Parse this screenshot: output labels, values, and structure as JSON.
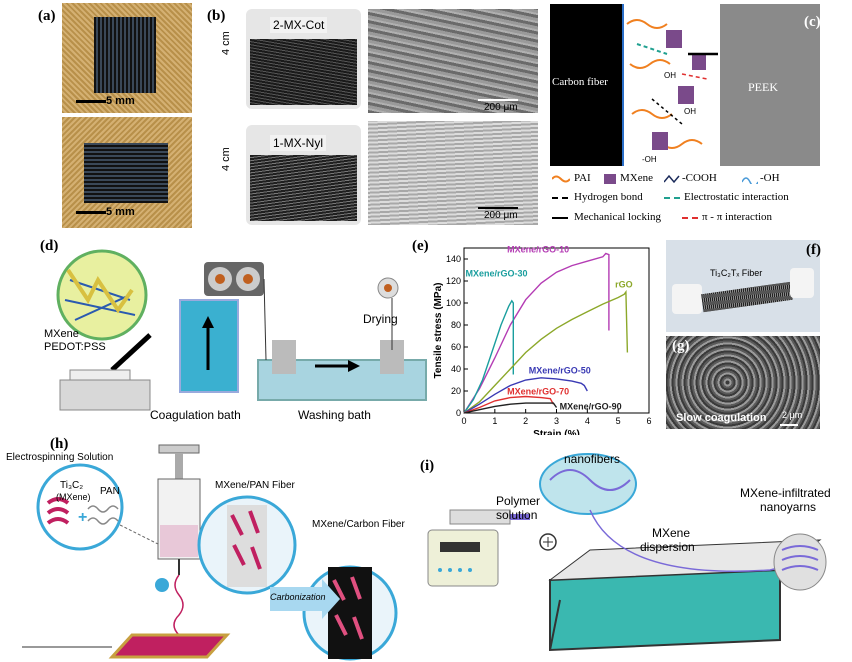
{
  "figure": {
    "labels": {
      "a": "(a)",
      "b": "(b)",
      "c": "(c)",
      "d": "(d)",
      "e": "(e)",
      "f": "(f)",
      "g": "(g)",
      "h": "(h)",
      "i": "(i)"
    }
  },
  "panel_a": {
    "scale1": "5 mm",
    "scale2": "5 mm"
  },
  "panel_b": {
    "tag_top": "2-MX-Cot",
    "tag_bottom": "1-MX-Nyl",
    "dim_top": "4 cm",
    "dim_bottom": "4 cm",
    "sem_scale_top": "200 μm",
    "sem_scale_bottom": "200 μm"
  },
  "panel_c": {
    "carbon_fiber": "Carbon fiber",
    "peek": "PEEK",
    "oh": "OH",
    "oh_minus": "-OH",
    "legend": {
      "pai": "PAI",
      "mxene": "MXene",
      "cooh": "-COOH",
      "oh": "-OH",
      "hbond": "Hydrogen bond",
      "electrostatic": "Electrostatic interaction",
      "mech": "Mechanical locking",
      "pipi": "π - π interaction"
    }
  },
  "panel_d": {
    "mxene": "MXene",
    "pedot": "PEDOT:PSS",
    "drying": "Drying",
    "coag": "Coagulation bath",
    "wash": "Washing bath"
  },
  "panel_f": {
    "fiber_label": "Ti₃C₂Tₓ Fiber"
  },
  "panel_g": {
    "caption": "Slow coagulation",
    "scale": "2 μm"
  },
  "panel_h": {
    "electrospin": "Electrospinning Solution",
    "ti3c2": "Ti₃C₂",
    "mxene_paren": "(MXene)",
    "plus": "+",
    "pan": "PAN",
    "mxpan": "MXene/PAN Fiber",
    "mxcarbon": "MXene/Carbon Fiber",
    "carbonization": "Carbonization"
  },
  "panel_i": {
    "nanofibers": "nanofibers",
    "polymer": "Polymer",
    "solution": "solution",
    "mxene": "MXene",
    "dispersion": "dispersion",
    "infiltrated": "MXene-infiltrated",
    "nanoyarns": "nanoyarns"
  },
  "chart_data": {
    "type": "line",
    "xlabel": "Strain (%)",
    "ylabel": "Tensile stress (MPa)",
    "xlim": [
      0,
      6
    ],
    "ylim": [
      0,
      150
    ],
    "xticks": [
      0,
      1,
      2,
      3,
      4,
      5,
      6
    ],
    "yticks": [
      0,
      20,
      40,
      60,
      80,
      100,
      120,
      140
    ],
    "series": [
      {
        "name": "MXene/rGO-10",
        "color": "#b43cb4",
        "label_color": "#b43cb4",
        "x": [
          0,
          0.5,
          1.0,
          1.5,
          2.0,
          2.5,
          3.0,
          3.5,
          4.0,
          4.5,
          4.6,
          4.7,
          4.7
        ],
        "y": [
          0,
          22,
          50,
          80,
          103,
          118,
          128,
          134,
          138,
          142,
          145,
          144,
          75
        ]
      },
      {
        "name": "MXene/rGO-30",
        "color": "#1a9e9e",
        "label_color": "#1a9e9e",
        "x": [
          0,
          0.3,
          0.6,
          0.9,
          1.2,
          1.45,
          1.55,
          1.6,
          1.6
        ],
        "y": [
          0,
          12,
          30,
          55,
          80,
          97,
          102,
          100,
          35
        ]
      },
      {
        "name": "rGO",
        "color": "#8ca82a",
        "label_color": "#8ca82a",
        "x": [
          0,
          0.5,
          1.0,
          1.5,
          2.0,
          2.5,
          3.0,
          3.5,
          4.0,
          4.5,
          5.0,
          5.2,
          5.25,
          5.3
        ],
        "y": [
          0,
          10,
          25,
          40,
          55,
          67,
          77,
          85,
          92,
          99,
          105,
          108,
          110,
          55
        ]
      },
      {
        "name": "MXene/rGO-50",
        "color": "#3a3ab4",
        "label_color": "#3a3ab4",
        "x": [
          0,
          0.5,
          1.0,
          1.5,
          2.0,
          2.5,
          3.0,
          3.5,
          3.8,
          3.9,
          4.0
        ],
        "y": [
          0,
          8,
          17,
          25,
          30,
          32,
          31,
          29,
          27,
          25,
          20
        ]
      },
      {
        "name": "MXene/rGO-70",
        "color": "#e03030",
        "label_color": "#e03030",
        "x": [
          0,
          0.5,
          1.0,
          1.5,
          2.0,
          2.5,
          2.8,
          2.9
        ],
        "y": [
          0,
          5,
          11,
          14,
          15,
          14,
          13,
          8
        ]
      },
      {
        "name": "MXene/rGO-90",
        "color": "#222222",
        "label_color": "#222222",
        "x": [
          0,
          0.5,
          1.0,
          1.5,
          2.0,
          2.5,
          2.9,
          3.0
        ],
        "y": [
          0,
          3,
          6,
          8,
          9,
          9,
          9,
          5
        ]
      }
    ]
  }
}
